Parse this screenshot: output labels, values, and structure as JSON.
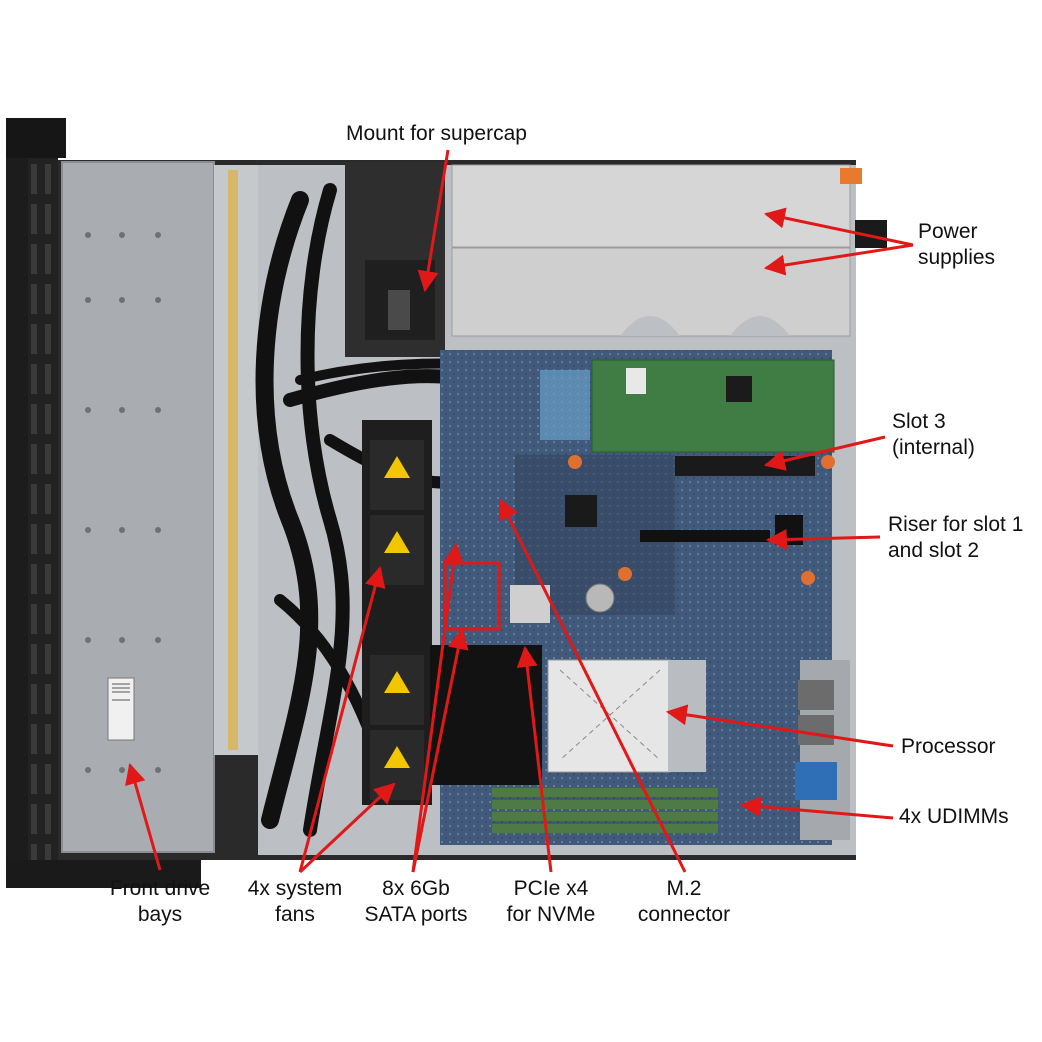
{
  "colors": {
    "callout_arrow": "#e01818",
    "chassis_frame": "#1d1d1d",
    "drive_bay_panel": "#a9acb0",
    "psu_metal": "#d3d3d3",
    "motherboard": "#3e5677",
    "pcie_card": "#3f7d45",
    "cable_black": "#121212",
    "fan_sticker": "#f2c600",
    "heatsink": "#e6e6e6"
  },
  "labels": {
    "supercap": "Mount for supercap",
    "psu": [
      "Power",
      "supplies"
    ],
    "slot3": [
      "Slot 3",
      "(internal)"
    ],
    "riser": [
      "Riser for slot 1",
      "and slot 2"
    ],
    "processor": "Processor",
    "udimms": "4x UDIMMs",
    "front_bays": [
      "Front drive",
      "bays"
    ],
    "fans": [
      "4x system",
      "fans"
    ],
    "sata": [
      "8x 6Gb",
      "SATA ports"
    ],
    "pcie": [
      "PCIe x4",
      "for NVMe"
    ],
    "m2": [
      "M.2",
      "connector"
    ]
  },
  "icons": [
    "warning-triangle-icon",
    "callout-arrow-icon"
  ]
}
